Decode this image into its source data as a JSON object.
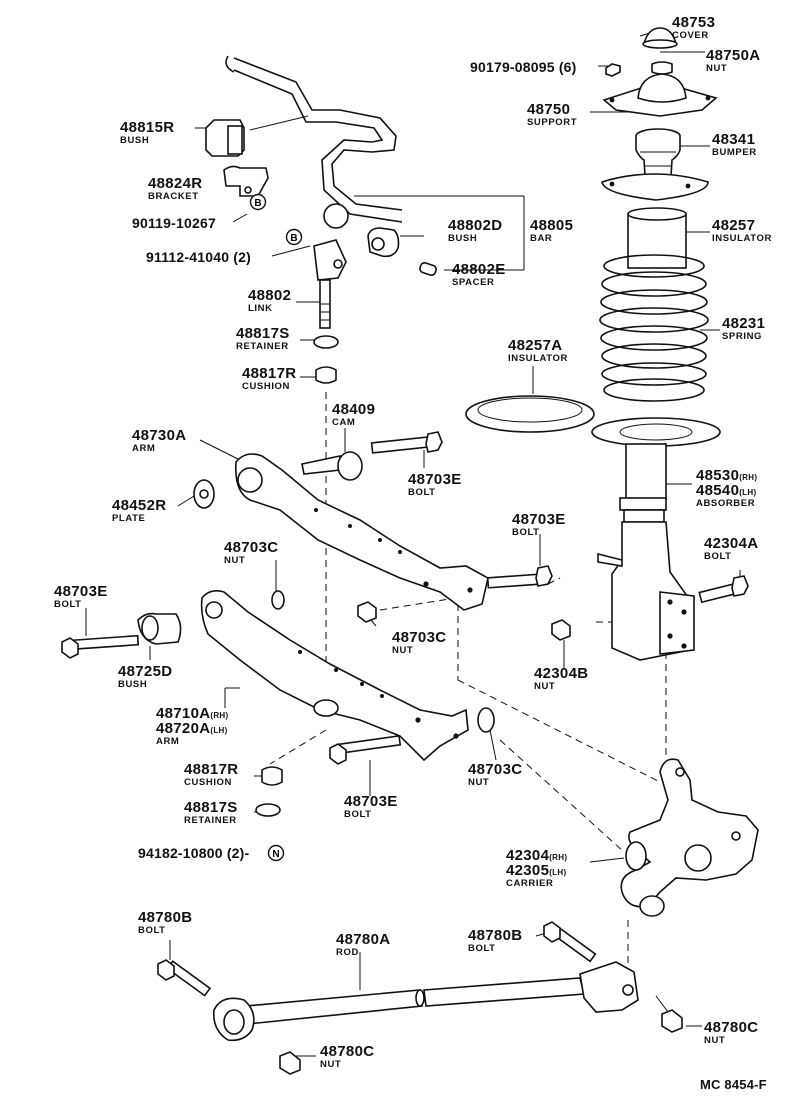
{
  "parts": {
    "p48753": {
      "pn": "48753",
      "name": "COVER"
    },
    "p48750A": {
      "pn": "48750A",
      "name": "NUT"
    },
    "p90179": {
      "pn": "90179-08095 (6)"
    },
    "p48750": {
      "pn": "48750",
      "name": "SUPPORT"
    },
    "p48341": {
      "pn": "48341",
      "name": "BUMPER"
    },
    "p48257": {
      "pn": "48257",
      "name": "INSULATOR"
    },
    "p48231": {
      "pn": "48231",
      "name": "SPRING"
    },
    "p48257A": {
      "pn": "48257A",
      "name": "INSULATOR"
    },
    "p48530": {
      "pn": "48530",
      "sfx": "(RH)",
      "pn2": "48540",
      "sfx2": "(LH)",
      "name": "ABSORBER"
    },
    "p42304A": {
      "pn": "42304A",
      "name": "BOLT"
    },
    "p42304B": {
      "pn": "42304B",
      "name": "NUT"
    },
    "p42304": {
      "pn": "42304",
      "sfx": "(RH)",
      "pn2": "42305",
      "sfx2": "(LH)",
      "name": "CARRIER"
    },
    "p48815R": {
      "pn": "48815R",
      "name": "BUSH"
    },
    "p48824R": {
      "pn": "48824R",
      "name": "BRACKET"
    },
    "p90119": {
      "pn": "90119-10267"
    },
    "p91112": {
      "pn": "91112-41040 (2)"
    },
    "p48802D": {
      "pn": "48802D",
      "name": "BUSH"
    },
    "p48805": {
      "pn": "48805",
      "name": "BAR"
    },
    "p48802E": {
      "pn": "48802E",
      "name": "SPACER"
    },
    "p48802": {
      "pn": "48802",
      "name": "LINK"
    },
    "p48817S_top": {
      "pn": "48817S",
      "name": "RETAINER"
    },
    "p48817R_top": {
      "pn": "48817R",
      "name": "CUSHION"
    },
    "p48409": {
      "pn": "48409",
      "name": "CAM"
    },
    "p48730A": {
      "pn": "48730A",
      "name": "ARM"
    },
    "p48703E_a": {
      "pn": "48703E",
      "name": "BOLT"
    },
    "p48452R": {
      "pn": "48452R",
      "name": "PLATE"
    },
    "p48703E_b": {
      "pn": "48703E",
      "name": "BOLT"
    },
    "p48703C_a": {
      "pn": "48703C",
      "name": "NUT"
    },
    "p48703C_b": {
      "pn": "48703C",
      "name": "NUT"
    },
    "p48703E_c": {
      "pn": "48703E",
      "name": "BOLT"
    },
    "p48725D": {
      "pn": "48725D",
      "name": "BUSH"
    },
    "p48710A": {
      "pn": "48710A",
      "sfx": "(RH)",
      "pn2": "48720A",
      "sfx2": "(LH)",
      "name": "ARM"
    },
    "p48817R_bot": {
      "pn": "48817R",
      "name": "CUSHION"
    },
    "p48703E_d": {
      "pn": "48703E",
      "name": "BOLT"
    },
    "p48703C_c": {
      "pn": "48703C",
      "name": "NUT"
    },
    "p48817S_bot": {
      "pn": "48817S",
      "name": "RETAINER"
    },
    "p94182": {
      "pn": "94182-10800 (2)-"
    },
    "p48780B_a": {
      "pn": "48780B",
      "name": "BOLT"
    },
    "p48780A": {
      "pn": "48780A",
      "name": "ROD"
    },
    "p48780B_b": {
      "pn": "48780B",
      "name": "BOLT"
    },
    "p48780C_a": {
      "pn": "48780C",
      "name": "NUT"
    },
    "p48780C_b": {
      "pn": "48780C",
      "name": "NUT"
    }
  },
  "marks": {
    "b1": "B",
    "b2": "B",
    "n1": "N"
  },
  "figure_code": "MC 8454-F"
}
